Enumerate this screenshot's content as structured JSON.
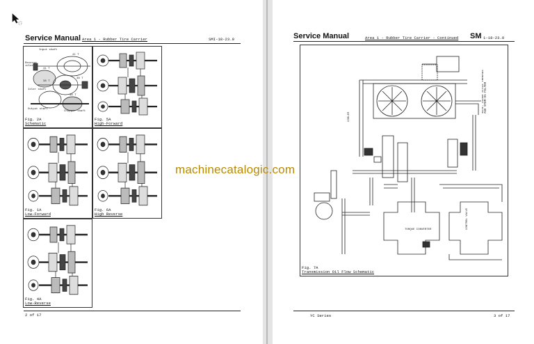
{
  "left_page": {
    "header": {
      "title": "Service Manual",
      "subtitle": "Area 1 - Rubber Tire Carrier",
      "code": "SMI-18-23.0"
    },
    "figures": [
      {
        "number": "Fig. 2A",
        "name": "Schematic",
        "labels": [
          "Input shaft",
          "Reverse idler",
          "41 T",
          "41 T",
          "Idler shaft",
          "38 T",
          "30 T",
          "38 T",
          "Output shaft",
          "Chopper shaft"
        ]
      },
      {
        "number": "Fig. 5A",
        "name": "High-Forward"
      },
      {
        "number": "Fig. 1A",
        "name": "Low-Forward"
      },
      {
        "number": "Fig. 6A",
        "name": "High Reverse"
      },
      {
        "number": "Fig. 4A",
        "name": "Low-Reverse"
      }
    ],
    "footer": {
      "page": "2 of 17"
    }
  },
  "right_page": {
    "header": {
      "title": "Service Manual",
      "subtitle": "Area 1 - Rubber Tire Carrier - Continued",
      "code_prefix": "SM",
      "code": "1-18-23.0"
    },
    "figure": {
      "number": "Fig. 7A",
      "name": "Transmission Oil Flow Schematic",
      "side_note": "NOTE: OLDER STYLE THREADS AND STEM-ON FILTER"
    },
    "footer": {
      "series": "YC Series",
      "page": "3 of 17"
    }
  },
  "watermark": "machinecatalogic.com",
  "icons": {
    "cursor": "mouse-pointer-icon"
  }
}
